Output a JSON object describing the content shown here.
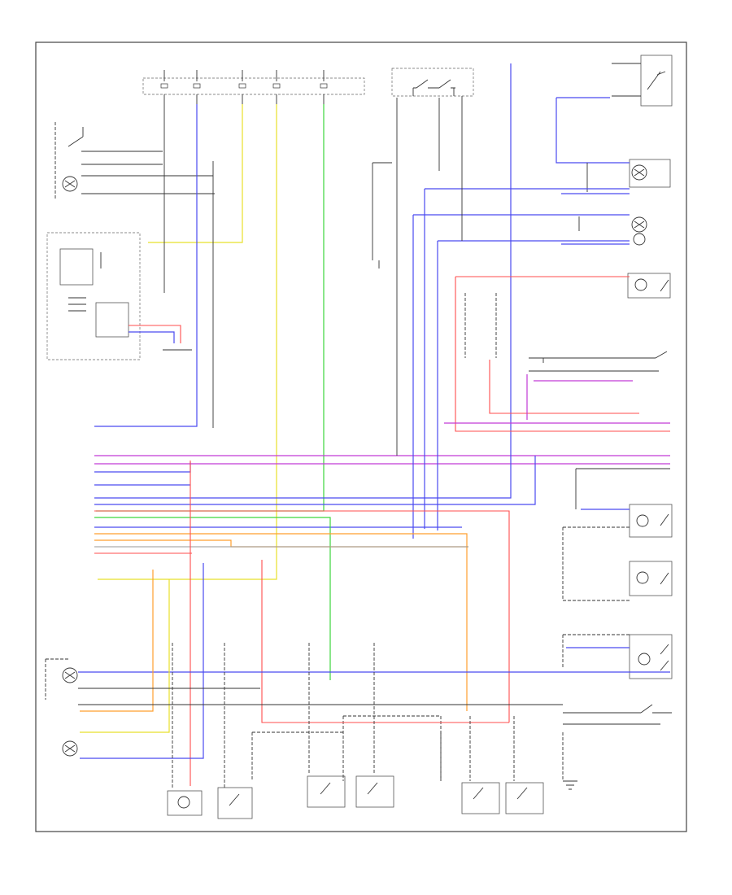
{
  "wire_colors": {
    "red": "#ff4d4d",
    "blue": "#4a4af0",
    "yellow": "#e8e02a",
    "green": "#3cd63c",
    "orange": "#ff9f2e",
    "magenta": "#c23ad6",
    "gray": "#9a9a9a",
    "black": "#333333"
  },
  "diagram_label": "",
  "components": [
    {
      "id": "fuse_block",
      "icon": "fuse-icon"
    },
    {
      "id": "luggage_switch",
      "icon": "switch-icon"
    },
    {
      "id": "combination_meter",
      "icon": "meter-icon"
    },
    {
      "id": "left_front_door_switch",
      "icon": "switch-icon"
    },
    {
      "id": "left_rear_door_switch",
      "icon": "switch-icon"
    },
    {
      "id": "right_rear_door_switch",
      "icon": "switch-icon"
    },
    {
      "id": "trunk_light",
      "icon": "lamp-icon"
    },
    {
      "id": "luggage_room_light",
      "icon": "lamp-icon"
    },
    {
      "id": "right_vanity_mirror_light",
      "icon": "lamp-icon"
    },
    {
      "id": "left_vanity_mirror_light",
      "icon": "lamp-icon"
    },
    {
      "id": "map_light",
      "icon": "lamp-icon"
    },
    {
      "id": "right_map_light",
      "icon": "lamp-icon"
    },
    {
      "id": "rear_room_light",
      "icon": "lamp-icon"
    },
    {
      "id": "front_room_light",
      "icon": "lamp-icon"
    },
    {
      "id": "left_footwell_light",
      "icon": "lamp-icon"
    },
    {
      "id": "body_control_module",
      "icon": "module-icon"
    },
    {
      "id": "ground_point",
      "icon": "ground-icon"
    }
  ]
}
